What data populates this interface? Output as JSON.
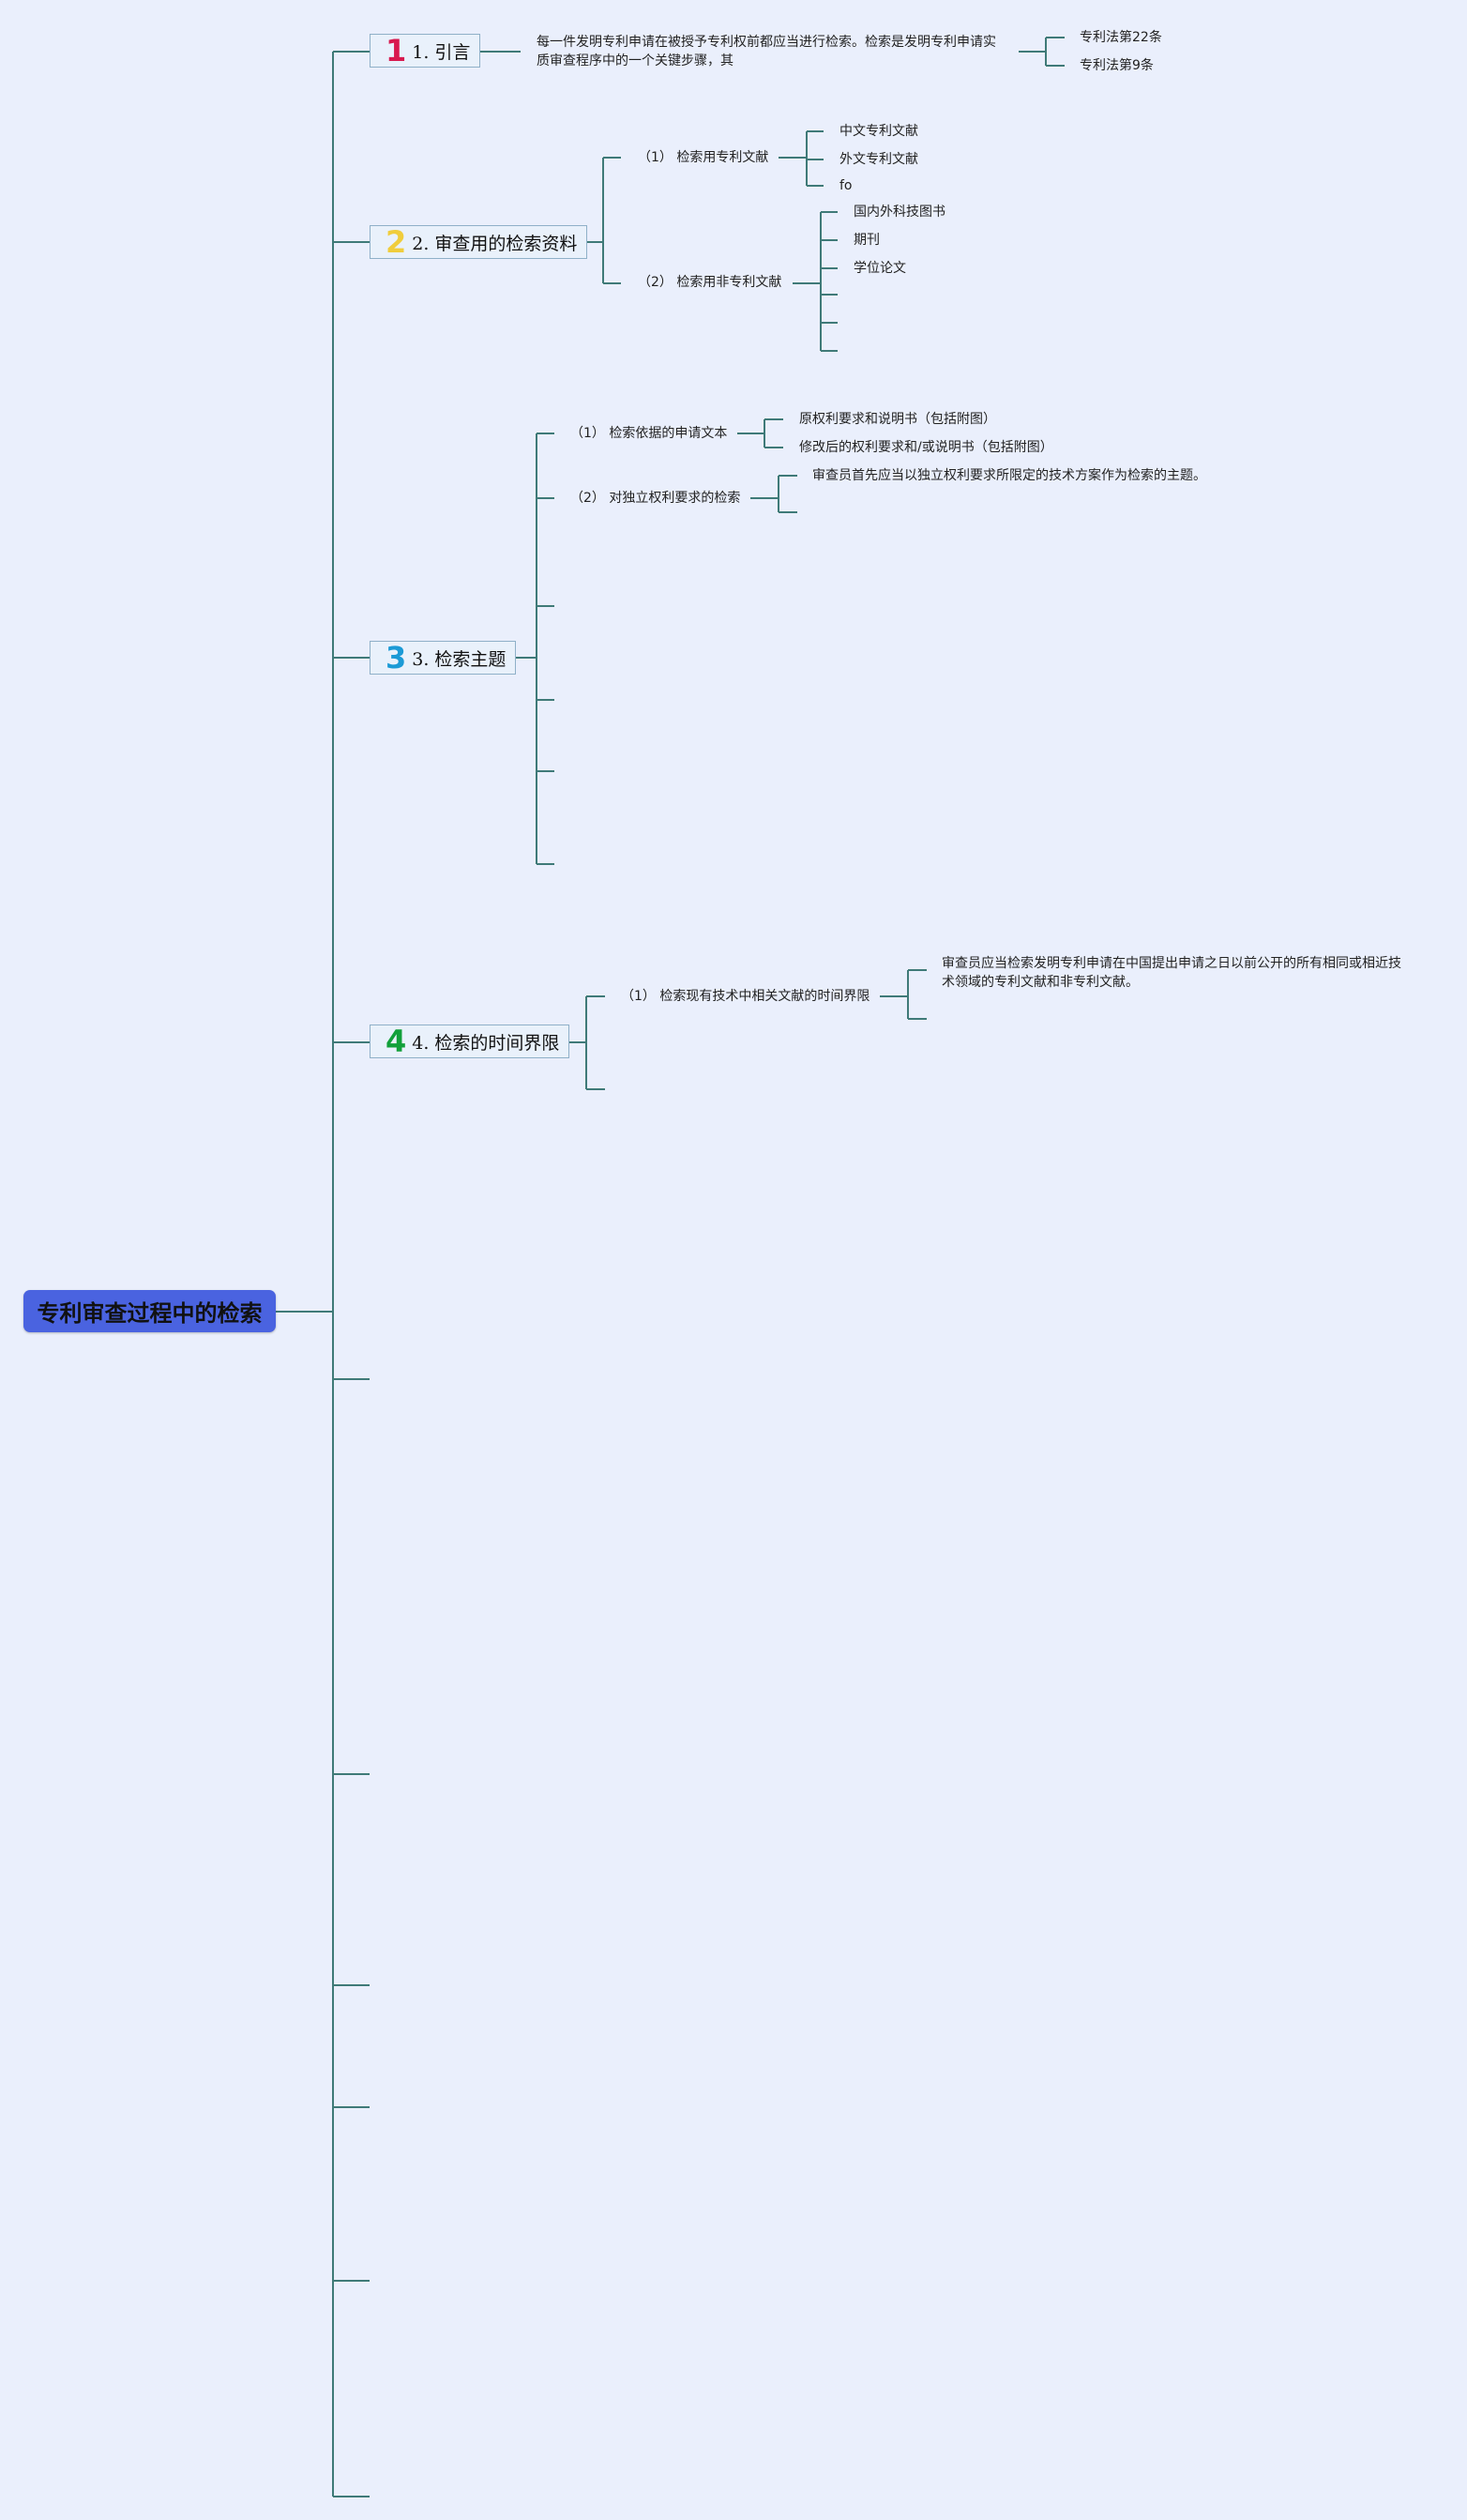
{
  "root": "专利审查过程中的检索",
  "colors": {
    "background": "#eaeffc",
    "root": "#4a63e0",
    "line": "#3f7a78",
    "topic_border": "#8fb0c8"
  },
  "topics": [
    {
      "num": "1",
      "num_color": "#d8194e",
      "label": "1. 引言",
      "desc": "每一件发明专利申请在被授予专利权前都应当进行检索。检索是发明专利申请实质审查程序中的一个关键步骤，其",
      "refs": [
        "专利法第22条",
        "专利法第9条"
      ]
    },
    {
      "num": "2",
      "num_color": "#f0cd3c",
      "label": "2. 审查用的检索资料",
      "subs": [
        {
          "label": "（1） 检索用专利文献",
          "items": [
            "中文专利文献",
            "外文专利文献",
            "fo"
          ]
        },
        {
          "label": "（2） 检索用非专利文献",
          "items": [
            "国内外科技图书",
            "期刊",
            "学位论文"
          ]
        }
      ]
    },
    {
      "num": "3",
      "num_color": "#1b9ad6",
      "label": "3. 检索主题",
      "subs": [
        {
          "label": "（1） 检索依据的申请文本",
          "items": [
            "原权利要求和说明书（包括附图）",
            "修改后的权利要求和/或说明书（包括附图）"
          ]
        },
        {
          "label": "（2） 对独立权利要求的检索",
          "items": [
            "审查员首先应当以独立权利要求所限定的技术方案作为检索的主题。"
          ]
        }
      ]
    },
    {
      "num": "4",
      "num_color": "#12a03a",
      "label": "4. 检索的时间界限",
      "subs": [
        {
          "label": "（1） 检索现有技术中相关文献的时间界限",
          "items": [
            "审查员应当检索发明专利申请在中国提出申请之日以前公开的所有相同或相近技术领域的专利文献和非专利文献。"
          ]
        }
      ]
    }
  ]
}
